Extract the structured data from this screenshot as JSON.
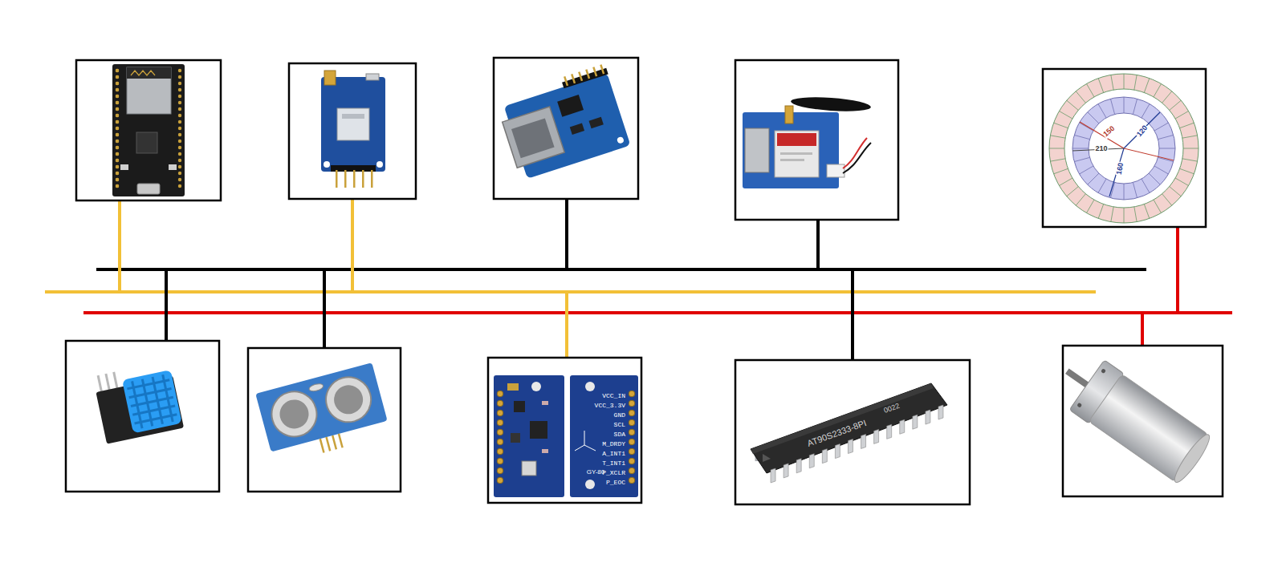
{
  "diagram": {
    "labels": [
      "150",
      "120",
      "210",
      "160",
      "VCC_IN",
      "VCC_3.3V",
      "GND",
      "SCL",
      "SDA",
      "M_DRDY",
      "A_INT1",
      "T_INT1",
      "P_XCLR",
      "P_EOC",
      "GY-80",
      "0022",
      "AT90S2333-8PI"
    ]
  }
}
